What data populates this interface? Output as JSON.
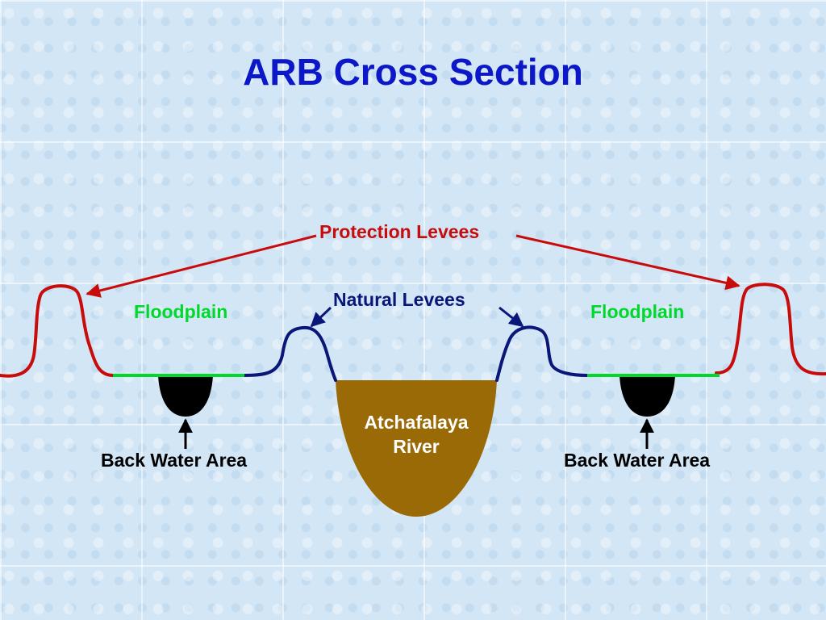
{
  "title": "ARB Cross Section",
  "labels": {
    "protection_levees": "Protection Levees",
    "natural_levees": "Natural Levees",
    "floodplain_left": "Floodplain",
    "floodplain_right": "Floodplain",
    "river_line1": "Atchafalaya",
    "river_line2": "River",
    "backwater_left": "Back Water Area",
    "backwater_right": "Back Water Area"
  },
  "colors": {
    "title": "#0c18c8",
    "protection_levee": "#c80c0c",
    "natural_levee": "#0a1678",
    "floodplain": "#00d82c",
    "river": "#9a6a06",
    "backwater": "#000000"
  }
}
